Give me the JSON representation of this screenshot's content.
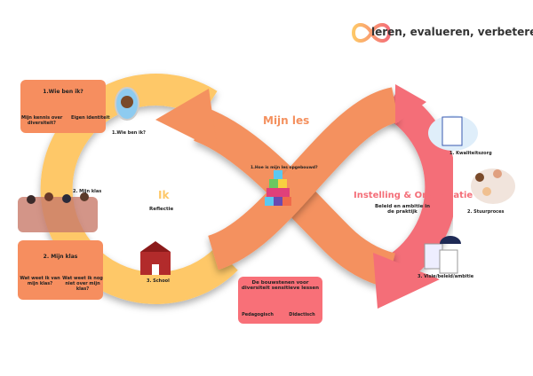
{
  "header": {
    "title": "leren, evalueren, verbeteren",
    "logo": "infinity-logo"
  },
  "colors": {
    "ik": "#FEC868",
    "les": "#F4915F",
    "org": "#F46E78",
    "box_orange": "#F68E5F",
    "box_pink": "#F87078"
  },
  "ik": {
    "title": "Ik",
    "subtitle": "Reflectie",
    "steps": [
      "1.Wie ben ik?",
      "2. Mijn klas",
      "3. School"
    ]
  },
  "les": {
    "title": "Mijn les",
    "step": "1.Hoe is mijn les opgebouwd?"
  },
  "org": {
    "title": "Instelling & Organisatie",
    "subtitle_1": "Beleid en ambitie in",
    "subtitle_2": "de praktijk",
    "steps": [
      "1. Kwaliteitszorg",
      "2. Stuurproces",
      "3. Visie/beleid/ambitie"
    ]
  },
  "boxes": {
    "wie": {
      "title": "1.Wie ben ik?",
      "left_1": "Mijn kennis over",
      "left_2": "diversiteit?",
      "right": "Eigen identiteit"
    },
    "klas": {
      "title": "2. Mijn klas",
      "left_1": "Wat weet ik van",
      "left_2": "mijn klas?",
      "right_1": "Wat weet ik nog",
      "right_2": "niet over mijn",
      "right_3": "klas?"
    },
    "bouw": {
      "title_1": "De bouwstenen voor",
      "title_2": "diversiteit sensitieve lessen",
      "left": "Pedagogisch",
      "right": "Didactisch"
    }
  }
}
